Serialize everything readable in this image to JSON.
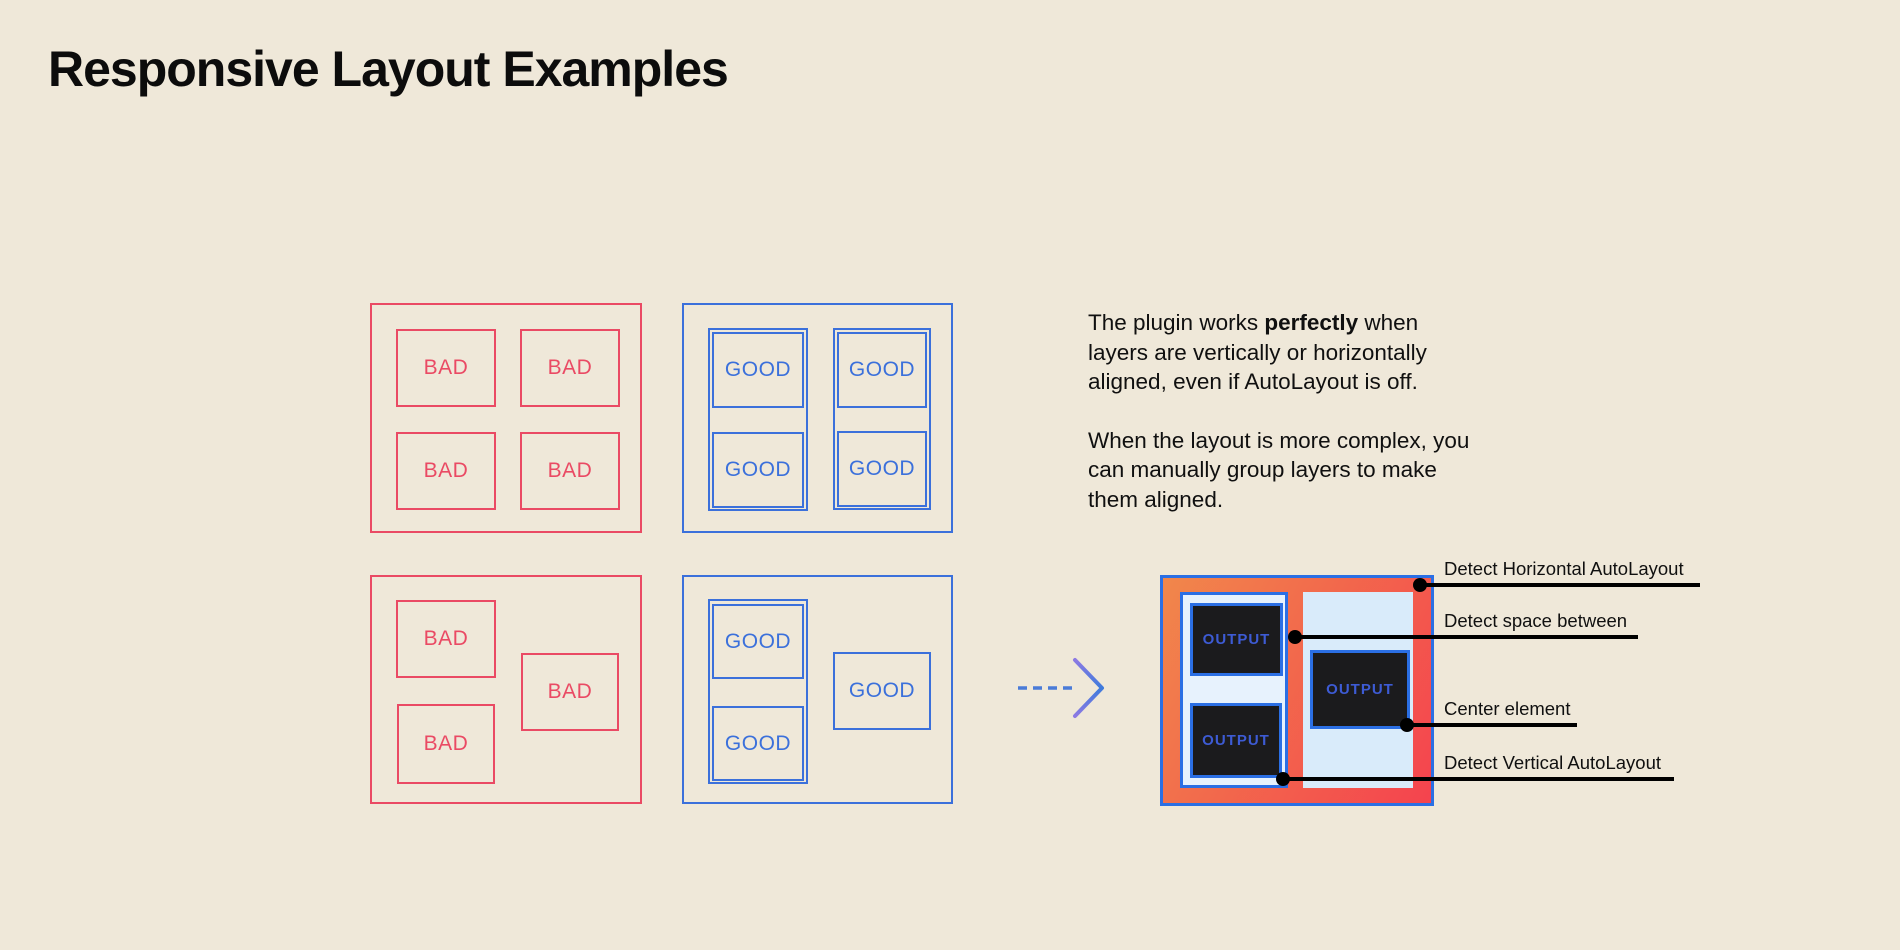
{
  "page": {
    "title": "Responsive Layout Examples"
  },
  "colors": {
    "bg": "#EFE8D9",
    "red": "#EA4A64",
    "blue": "#3B70DB",
    "ink": "#101010",
    "result_border": "#2B6FE4",
    "grad_start": "#F1874B",
    "grad_end": "#F4434E",
    "panel_light": "#E7F2FD",
    "panel_lighter": "#D9EBFA",
    "output_bg": "#1B1B1D",
    "output_text": "#3D5BD4",
    "arrow_blue": "#4A7BD8",
    "callout": "#000000"
  },
  "panels": {
    "bad_grid": {
      "labels": [
        "BAD",
        "BAD",
        "BAD",
        "BAD"
      ]
    },
    "good_grid": {
      "labels": [
        "GOOD",
        "GOOD",
        "GOOD",
        "GOOD"
      ]
    },
    "bad_free": {
      "labels": [
        "BAD",
        "BAD",
        "BAD"
      ]
    },
    "good_free": {
      "labels": [
        "GOOD",
        "GOOD",
        "GOOD"
      ]
    }
  },
  "description": {
    "p1_line1_pre": "The plugin works ",
    "p1_bold": "perfectly",
    "p1_line1_post": " when",
    "p1_rest": "layers are vertically or horizontally\naligned, even if AutoLayout is off.",
    "p2": "When the layout is more complex, you\ncan manually group layers to make\nthem aligned."
  },
  "result": {
    "outputs": [
      "OUTPUT",
      "OUTPUT",
      "OUTPUT"
    ]
  },
  "callouts": [
    {
      "label": "Detect Horizontal AutoLayout"
    },
    {
      "label": "Detect space between"
    },
    {
      "label": "Center element"
    },
    {
      "label": "Detect Vertical AutoLayout"
    }
  ]
}
